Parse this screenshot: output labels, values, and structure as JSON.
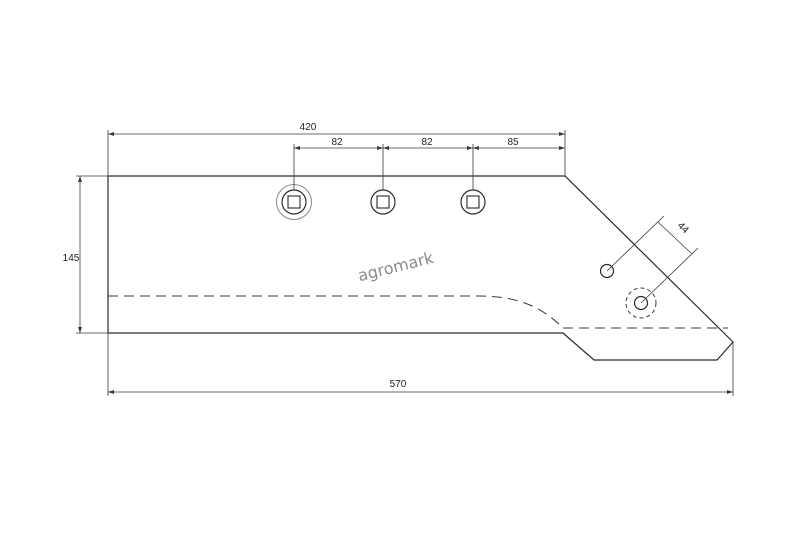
{
  "drawing": {
    "dimensions": {
      "length_top": "420",
      "spacing_1": "82",
      "spacing_2": "82",
      "spacing_3": "85",
      "height": "145",
      "length_total": "570",
      "hole_spacing": "44"
    },
    "watermark": "agromark",
    "colors": {
      "line": "#2b2b2b",
      "dim_line": "#3a3a3a",
      "watermark": "#8a8a8a",
      "background": "#ffffff"
    }
  }
}
